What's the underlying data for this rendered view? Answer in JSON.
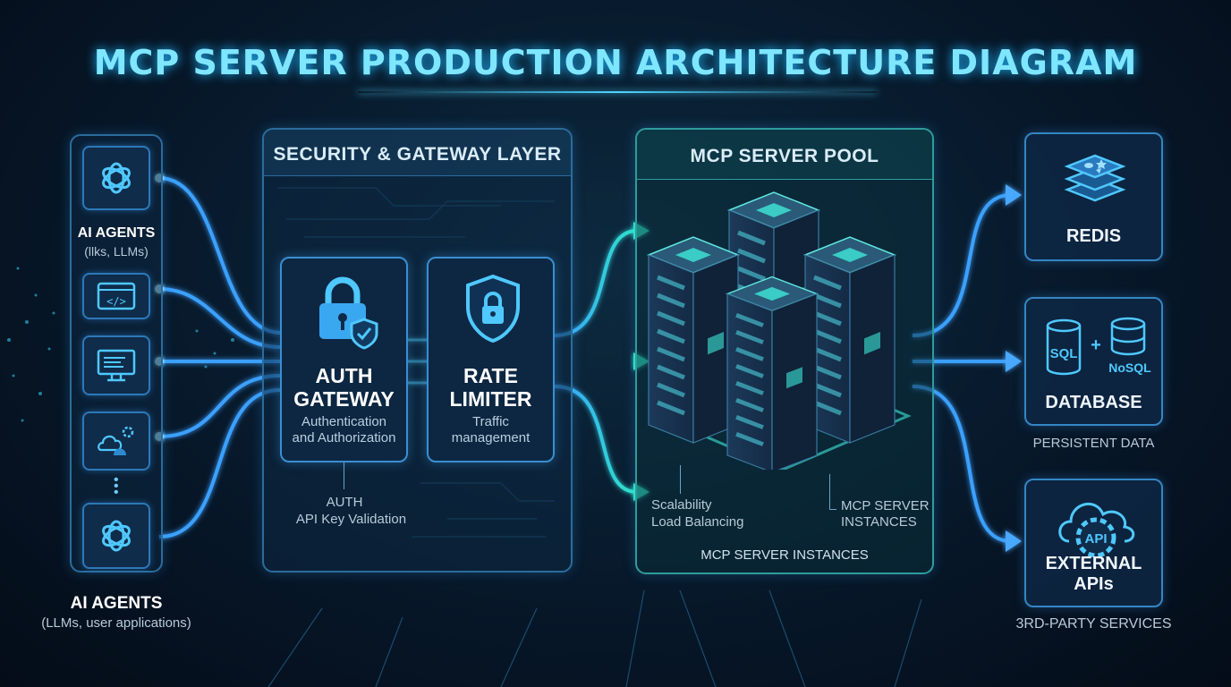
{
  "title": "MCP SERVER PRODUCTION ARCHITECTURE DIAGRAM",
  "agents": {
    "label": "AI AGENTS",
    "sublabel": "(llks, LLMs)",
    "bottom_label": "AI AGENTS",
    "bottom_sublabel": "(LLMs, user applications)",
    "icons": [
      "openai-logo-icon",
      "code-window-icon",
      "monitor-icon",
      "cloud-gear-icon",
      "openai-logo-icon"
    ]
  },
  "security": {
    "header": "SECURITY & GATEWAY LAYER",
    "auth": {
      "title_1": "AUTH",
      "title_2": "GATEWAY",
      "desc_1": "Authentication",
      "desc_2": "and Authorization"
    },
    "rate": {
      "title_1": "RATE",
      "title_2": "LIMITER",
      "desc_1": "Traffic",
      "desc_2": "management"
    },
    "note_1": "AUTH",
    "note_2": "API Key Validation"
  },
  "pool": {
    "header": "MCP SERVER POOL",
    "left_note_1": "Scalability",
    "left_note_2": "Load Balancing",
    "right_note_1": "MCP SERVER",
    "right_note_2": "INSTANCES",
    "footer": "MCP SERVER INSTANCES"
  },
  "resources": {
    "redis": {
      "label": "REDIS"
    },
    "database": {
      "label": "DATABASE",
      "sql": "SQL",
      "plus": "+",
      "nosql": "NoSQL",
      "caption": "PERSISTENT DATA"
    },
    "external": {
      "label": "EXTERNAL APIs",
      "api": "API",
      "caption": "3RD-PARTY SERVICES"
    }
  },
  "colors": {
    "accent_cyan": "#4fd6ff",
    "accent_teal": "#2ee6c8",
    "flow_blue": "#3aa0ff"
  }
}
